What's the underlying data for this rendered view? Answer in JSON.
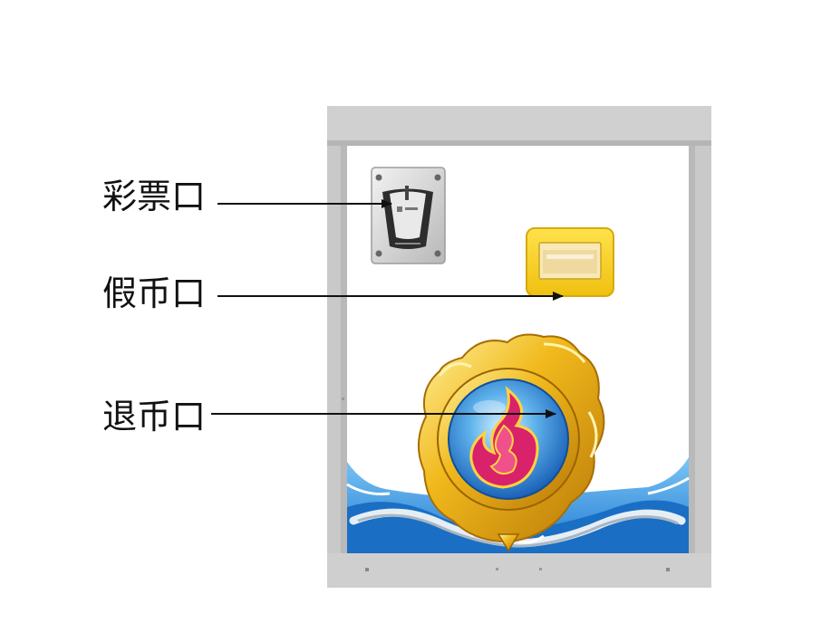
{
  "labels": {
    "ticket_outlet": "彩票口",
    "fake_coin_outlet": "假币口",
    "coin_return_outlet": "退币口"
  },
  "colors": {
    "frame": "#c8c8c8",
    "frame_dark": "#a9a9a9",
    "panel": "#ffffff",
    "fake_slot": "#f5d320",
    "medallion_gold": "#e0a814",
    "medallion_blue": "#2f86d8",
    "flame": "#d8226a",
    "waves": "#2b8fe0"
  }
}
